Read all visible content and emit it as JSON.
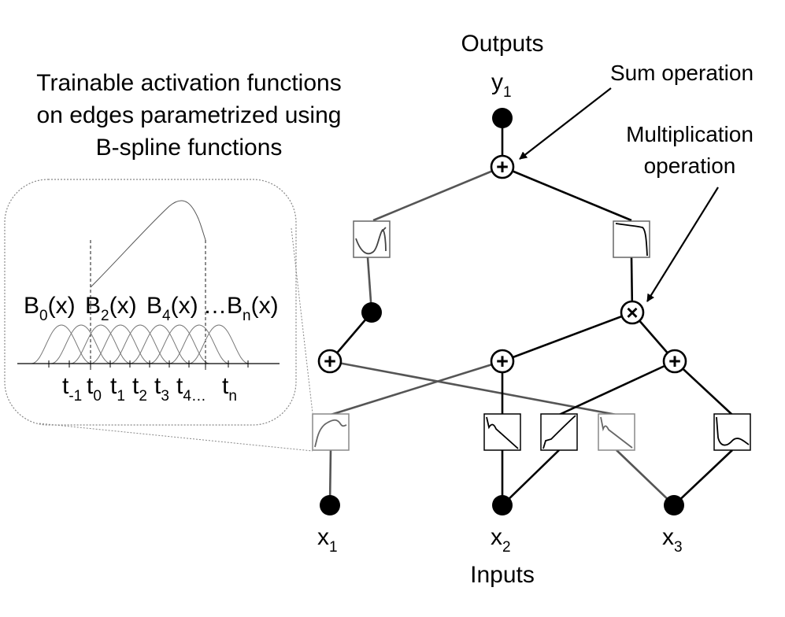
{
  "outputs": {
    "heading": "Outputs",
    "nodes": [
      {
        "base": "y",
        "sub": "1"
      }
    ]
  },
  "inputs": {
    "heading": "Inputs",
    "nodes": [
      {
        "base": "x",
        "sub": "1"
      },
      {
        "base": "x",
        "sub": "2"
      },
      {
        "base": "x",
        "sub": "3"
      }
    ]
  },
  "annotations": {
    "sum_operation": "Sum operation",
    "multiplication_line1": "Multiplication",
    "multiplication_line2": "operation",
    "trainable_line1": "Trainable activation functions",
    "trainable_line2": "on edges parametrized using",
    "trainable_line3": "B-spline functions"
  },
  "operators": {
    "sum_symbol": "+",
    "multiply_symbol": "×"
  },
  "bspline": {
    "basis_labels": [
      {
        "base": "B",
        "sub": "0",
        "suffix": "(x)"
      },
      {
        "base": "B",
        "sub": "2",
        "suffix": "(x)"
      },
      {
        "base": "B",
        "sub": "4",
        "suffix": "(x)"
      },
      {
        "base": "…B",
        "sub": "n",
        "suffix": "(x)"
      }
    ],
    "knot_labels": [
      {
        "base": "t",
        "sub": "-1"
      },
      {
        "base": "t",
        "sub": "0"
      },
      {
        "base": "t",
        "sub": "1"
      },
      {
        "base": "t",
        "sub": "2"
      },
      {
        "base": "t",
        "sub": "3"
      },
      {
        "base": "t",
        "sub": "4…"
      },
      {
        "base": "t",
        "sub": "n"
      }
    ]
  }
}
